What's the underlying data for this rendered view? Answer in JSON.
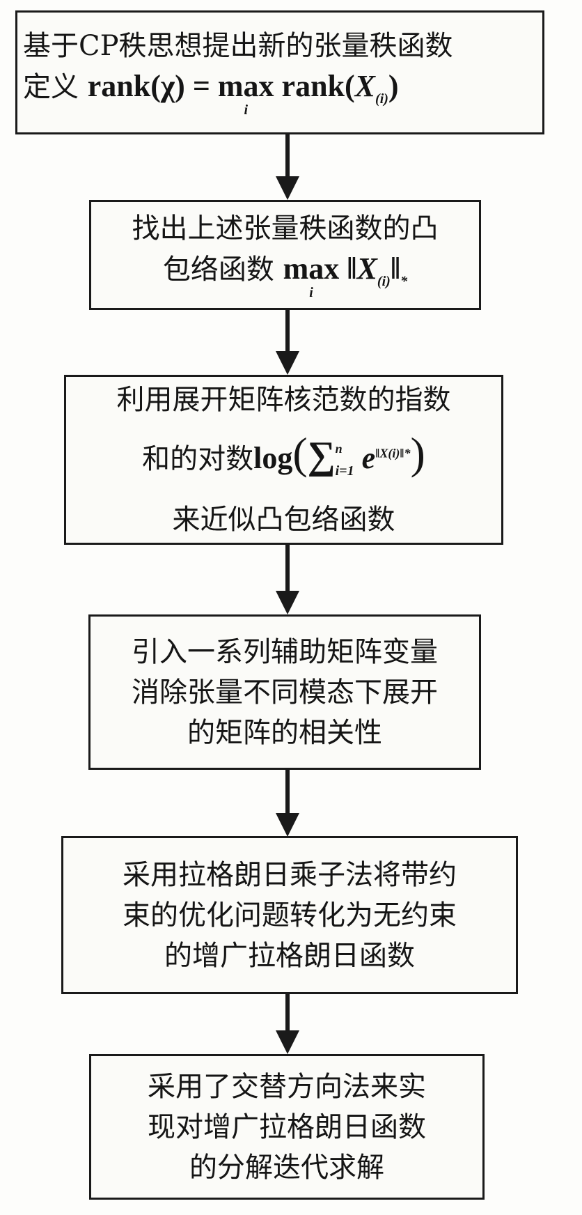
{
  "steps": [
    {
      "line1": "基于CP秩思想提出新的张量秩函数",
      "line2_text": "定义",
      "formula": {
        "lhs": "rank(χ) = ",
        "op": "max",
        "op_sub": "i",
        "rhs": "rank(",
        "var": "X",
        "var_sub": "(i)",
        "close": ")"
      }
    },
    {
      "line1": "找出上述张量秩函数的凸",
      "line2_text": "包络函数",
      "formula": {
        "op": "max",
        "op_sub": "i",
        "norm_open": "‖",
        "var": "X",
        "var_sub": "(i)",
        "norm_close": "‖",
        "norm_sub": "*"
      }
    },
    {
      "line1": "利用展开矩阵核范数的指数",
      "line2_text": "和的对数",
      "formula": {
        "log": "log",
        "sum": "∑",
        "sum_sub": "i=1",
        "sum_sup": "n",
        "e": "e",
        "exp": "‖X(i)‖*"
      },
      "line3": "来近似凸包络函数"
    },
    {
      "lines": [
        "引入一系列辅助矩阵变量",
        "消除张量不同模态下展开",
        "的矩阵的相关性"
      ]
    },
    {
      "lines": [
        "采用拉格朗日乘子法将带约",
        "束的优化问题转化为无约束",
        "的增广拉格朗日函数"
      ]
    },
    {
      "lines": [
        "采用了交替方向法来实",
        "现对增广拉格朗日函数",
        "的分解迭代求解"
      ]
    }
  ]
}
